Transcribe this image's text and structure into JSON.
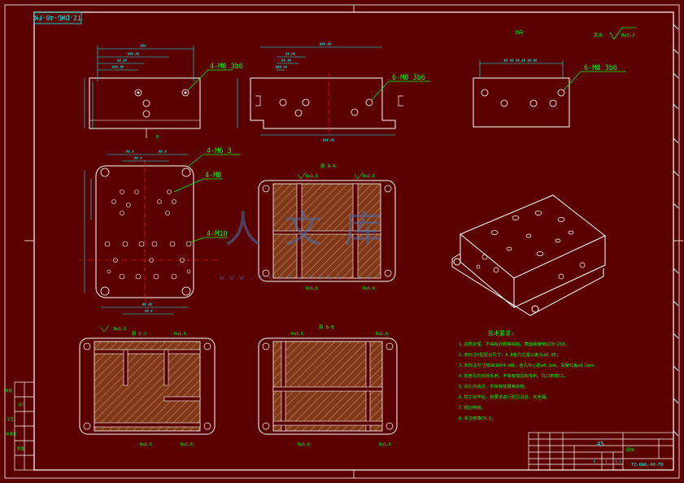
{
  "colors": {
    "background": "#5a0000",
    "frame": "#ffffff",
    "dimension": "#00ffff",
    "leader": "#00ff00",
    "hatch": "#c9a04a",
    "centerline": "#ff2020",
    "note": "#00ff00",
    "watermark": "#4a6fa8"
  },
  "frame": {
    "drawing_code_rotated": "TZ-DWG-40-FK"
  },
  "top_views": {
    "left_callout": "4-M8  3b6",
    "middle_callout": "6-M8  3b6",
    "right_callout": "6-M8  3b6",
    "right_title": "D向"
  },
  "plan_view": {
    "callout_1": "4-M6  3",
    "callout_2": "4-M8",
    "callout_3": "4-M10"
  },
  "sections": {
    "a_title": "剖 A-A",
    "b_title": "剖 B-B",
    "c_title": "剖 C-C",
    "roughness": "Ra1.6"
  },
  "surface_finish": "Ra3.2",
  "watermark": {
    "chars": "人 文 库",
    "url": "w w w . r e n r e n d o c . c o m"
  },
  "tech_requirements": {
    "title": "技术要求:",
    "items": [
      "1.调质处理，不得有砂眼等缺陷，表面硬度HB220~250;",
      "2.未标注V型配合尺寸，A.B各孔位置公差为±0.05;",
      "3.未标注尺寸按GB1804-m级，各孔中心距±0.3mm，深度公差±0.5mm;",
      "4.各管孔内去除毛刺，不得有锐边和毛刺，孔口倒角C1，",
      "5.油孔内清洁，不得有铁屑等杂物。",
      "6.加工完毕后，按要求进行耐压试验，无泄漏。",
      "7.锐边倒钝。",
      "8.未注倒角C0.5。"
    ]
  },
  "title_block": {
    "scale": "45",
    "name": "阀块",
    "drawing_no": "TZ-DWG-40-FK",
    "small_cells": [
      "6",
      "1",
      "1:1"
    ]
  },
  "side_labels": [
    "审核",
    "设计",
    "工艺",
    "标准化",
    "批准"
  ]
}
